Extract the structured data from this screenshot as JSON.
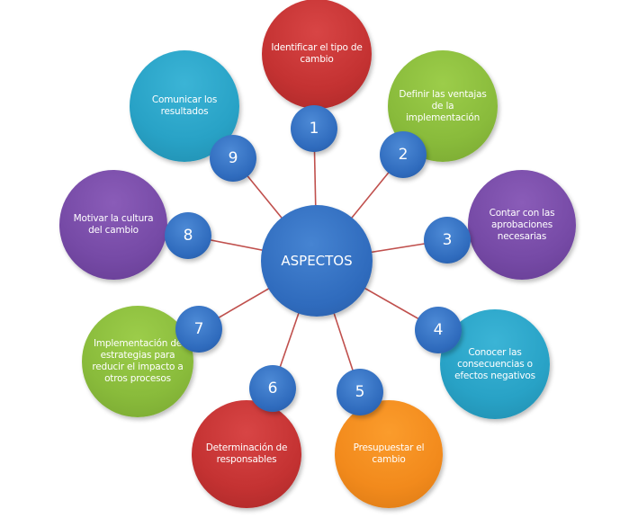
{
  "center": {
    "label": "ASPECTOS"
  },
  "aspects": [
    {
      "number": "1",
      "label": "Identificar el tipo de cambio",
      "color": "red"
    },
    {
      "number": "2",
      "label": "Definir las ventajas de la implementación",
      "color": "green"
    },
    {
      "number": "3",
      "label": "Contar con  las aprobaciones necesarias",
      "color": "purple"
    },
    {
      "number": "4",
      "label": "Conocer las consecuencias o efectos negativos",
      "color": "teal"
    },
    {
      "number": "5",
      "label": "Presupuestar el cambio",
      "color": "orange"
    },
    {
      "number": "6",
      "label": "Determinación de responsables",
      "color": "red"
    },
    {
      "number": "7",
      "label": "Implementación de estrategias para reducir el impacto a otros procesos",
      "color": "green"
    },
    {
      "number": "8",
      "label": "Motivar la cultura del cambio",
      "color": "purple"
    },
    {
      "number": "9",
      "label": "Comunicar los resultados",
      "color": "teal"
    }
  ],
  "colors": {
    "connector": "#c0504d",
    "hub": "#2f6bbd"
  }
}
